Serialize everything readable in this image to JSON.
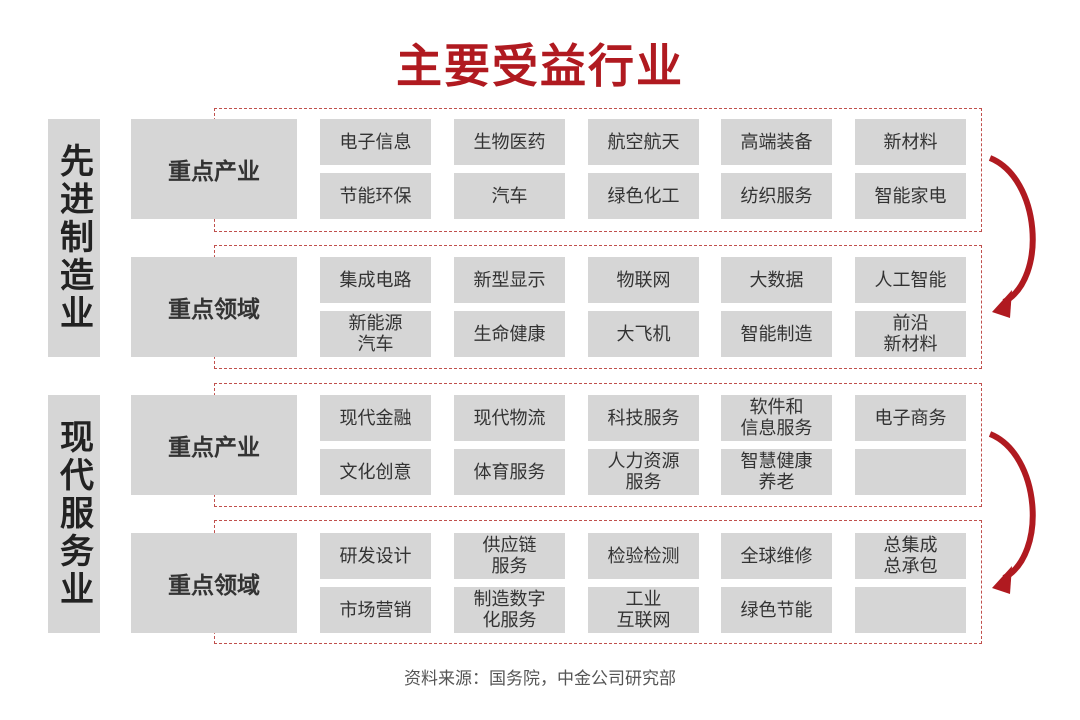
{
  "title": "主要受益行业",
  "accent_color": "#b01a20",
  "sections": [
    {
      "label": "先进制造业",
      "groups": [
        {
          "label": "重点产业",
          "cells": [
            "电子信息",
            "生物医药",
            "航空航天",
            "高端装备",
            "新材料",
            "节能环保",
            "汽车",
            "绿色化工",
            "纺织服务",
            "智能家电"
          ]
        },
        {
          "label": "重点领域",
          "cells": [
            "集成电路",
            "新型显示",
            "物联网",
            "大数据",
            "人工智能",
            "新能源\n汽车",
            "生命健康",
            "大飞机",
            "智能制造",
            "前沿\n新材料"
          ]
        }
      ]
    },
    {
      "label": "现代服务业",
      "groups": [
        {
          "label": "重点产业",
          "cells": [
            "现代金融",
            "现代物流",
            "科技服务",
            "软件和\n信息服务",
            "电子商务",
            "文化创意",
            "体育服务",
            "人力资源\n服务",
            "智慧健康\n养老",
            ""
          ]
        },
        {
          "label": "重点领域",
          "cells": [
            "研发设计",
            "供应链\n服务",
            "检验检测",
            "全球维修",
            "总集成\n总承包",
            "市场营销",
            "制造数字\n化服务",
            "工业\n互联网",
            "绿色节能",
            ""
          ]
        }
      ]
    }
  ],
  "source": "资料来源：国务院，中金公司研究部"
}
